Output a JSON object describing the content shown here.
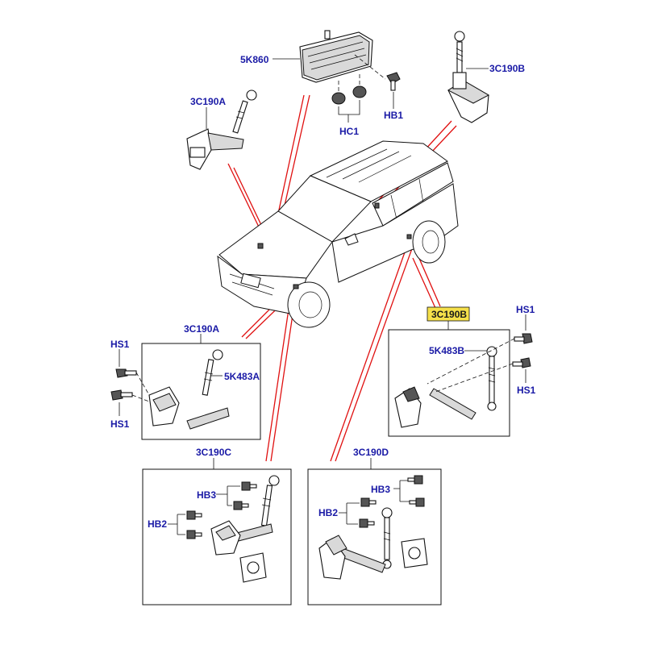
{
  "labels": {
    "module_top": "5K860",
    "sensor_top_right": "3C190B",
    "sensor_top_left": "3C190A",
    "bolt_hb1": "HB1",
    "nut_hc1": "HC1",
    "box_a_title": "3C190A",
    "box_a_hs1_top": "HS1",
    "box_a_hs1_bottom": "HS1",
    "box_a_link": "5K483A",
    "box_b_title": "3C190B",
    "box_b_hs1_top": "HS1",
    "box_b_hs1_bottom": "HS1",
    "box_b_link": "5K483B",
    "box_c_title": "3C190C",
    "box_c_hb3": "HB3",
    "box_c_hb2": "HB2",
    "box_d_title": "3C190D",
    "box_d_hb3": "HB3",
    "box_d_hb2": "HB2"
  },
  "colors": {
    "callout_text": "#1a1aa6",
    "leader_red": "#e01010",
    "highlight_fill": "#f5e04a",
    "line": "#111111"
  },
  "highlighted_label": "box_b_title"
}
